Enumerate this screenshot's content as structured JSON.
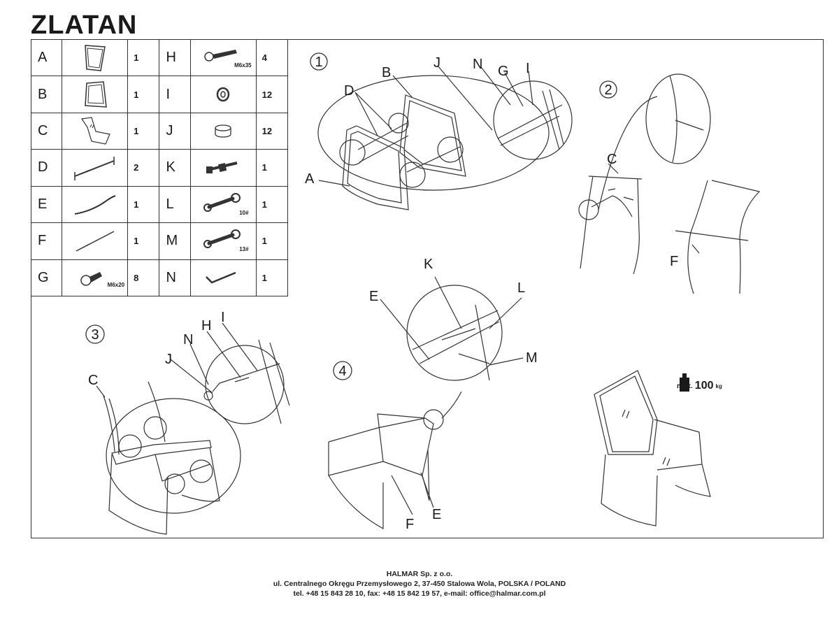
{
  "title": "ZLATAN",
  "parts": [
    {
      "letter": "A",
      "qty": "1",
      "icon": "seat-frame-icon"
    },
    {
      "letter": "H",
      "qty": "4",
      "icon": "bolt-icon",
      "spec": "M6x35"
    },
    {
      "letter": "B",
      "qty": "1",
      "icon": "seat-frame-icon"
    },
    {
      "letter": "I",
      "qty": "12",
      "icon": "washer-icon"
    },
    {
      "letter": "C",
      "qty": "1",
      "icon": "sling-seat-icon"
    },
    {
      "letter": "J",
      "qty": "12",
      "icon": "spacer-ring-icon"
    },
    {
      "letter": "D",
      "qty": "2",
      "icon": "crossbar-icon"
    },
    {
      "letter": "K",
      "qty": "1",
      "icon": "bolt-nut-icon"
    },
    {
      "letter": "E",
      "qty": "1",
      "icon": "curved-rod-icon"
    },
    {
      "letter": "L",
      "qty": "1",
      "icon": "wrench-icon",
      "spec": "10#"
    },
    {
      "letter": "F",
      "qty": "1",
      "icon": "straight-rod-icon"
    },
    {
      "letter": "M",
      "qty": "1",
      "icon": "wrench-icon",
      "spec": "13#"
    },
    {
      "letter": "G",
      "qty": "8",
      "icon": "short-bolt-icon",
      "spec": "M6x20"
    },
    {
      "letter": "N",
      "qty": "1",
      "icon": "allen-key-icon"
    }
  ],
  "steps": {
    "s1": {
      "num": "1",
      "labels": {
        "A": "A",
        "B": "B",
        "D": "D",
        "J": "J",
        "N": "N",
        "G": "G",
        "I": "I"
      }
    },
    "s2": {
      "num": "2",
      "labels": {
        "C": "C",
        "F": "F"
      }
    },
    "s3": {
      "num": "3",
      "labels": {
        "C": "C",
        "J": "J",
        "N": "N",
        "H": "H",
        "I": "I"
      }
    },
    "s4": {
      "num": "4",
      "labels": {
        "E": "E",
        "K": "K",
        "L": "L",
        "M": "M",
        "F": "F",
        "E2": "E"
      }
    }
  },
  "max_load": {
    "prefix": "max.",
    "value": "100",
    "unit": "kg"
  },
  "footer": {
    "company": "HALMAR Sp. z o.o.",
    "address": "ul. Centralnego Okręgu Przemysłowego 2, 37-450 Stalowa Wola, POLSKA / POLAND",
    "contact": "tel. +48 15 843 28 10, fax: +48 15 842 19 57, e-mail: office@halmar.com.pl"
  }
}
